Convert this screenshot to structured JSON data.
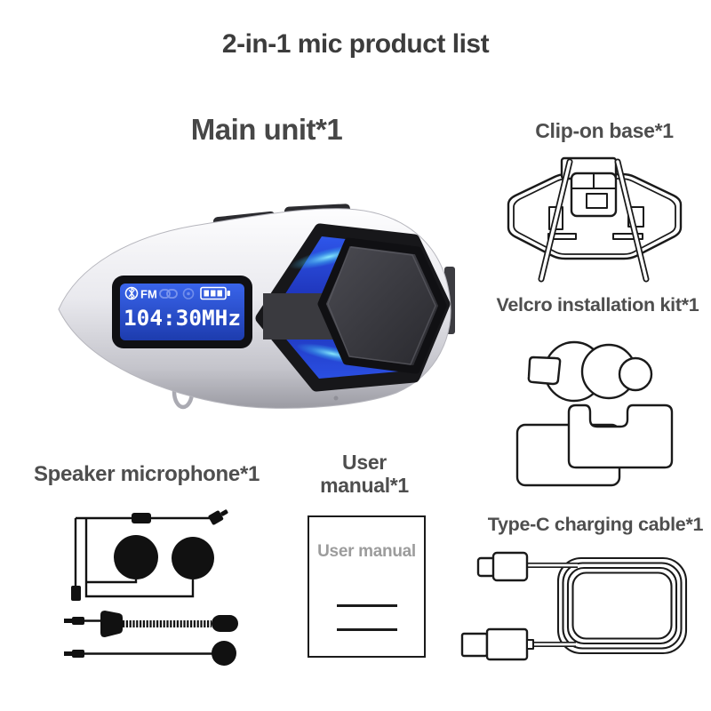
{
  "title": "2-in-1 mic product list",
  "colors": {
    "background": "#ffffff",
    "title_text": "#3c3c3c",
    "heading_text": "#4e4e4e",
    "line_art": "#1a1a1a",
    "device_body_silver": "#d8d8de",
    "device_accent_blue": "#2a4ee0",
    "device_glow_cyan": "#7de8ff",
    "lcd_screen_blue": "#2753d6",
    "lcd_text": "#ffffff"
  },
  "items": {
    "main_unit": {
      "label": "Main unit*1",
      "lcd": {
        "fm_badge": "FM",
        "frequency": "104:30MHz",
        "status_icons": [
          "bluetooth-icon",
          "intercom-link-icon",
          "phone-icon",
          "battery-icon"
        ]
      }
    },
    "clip_on_base": {
      "label": "Clip-on base*1"
    },
    "velcro_kit": {
      "label": "Velcro installation kit*1"
    },
    "speaker_microphone": {
      "label": "Speaker microphone*1"
    },
    "user_manual": {
      "label_line1": "User",
      "label_line2": "manual*1",
      "cover_title": "User manual"
    },
    "type_c_cable": {
      "label": "Type-C charging cable*1"
    }
  }
}
